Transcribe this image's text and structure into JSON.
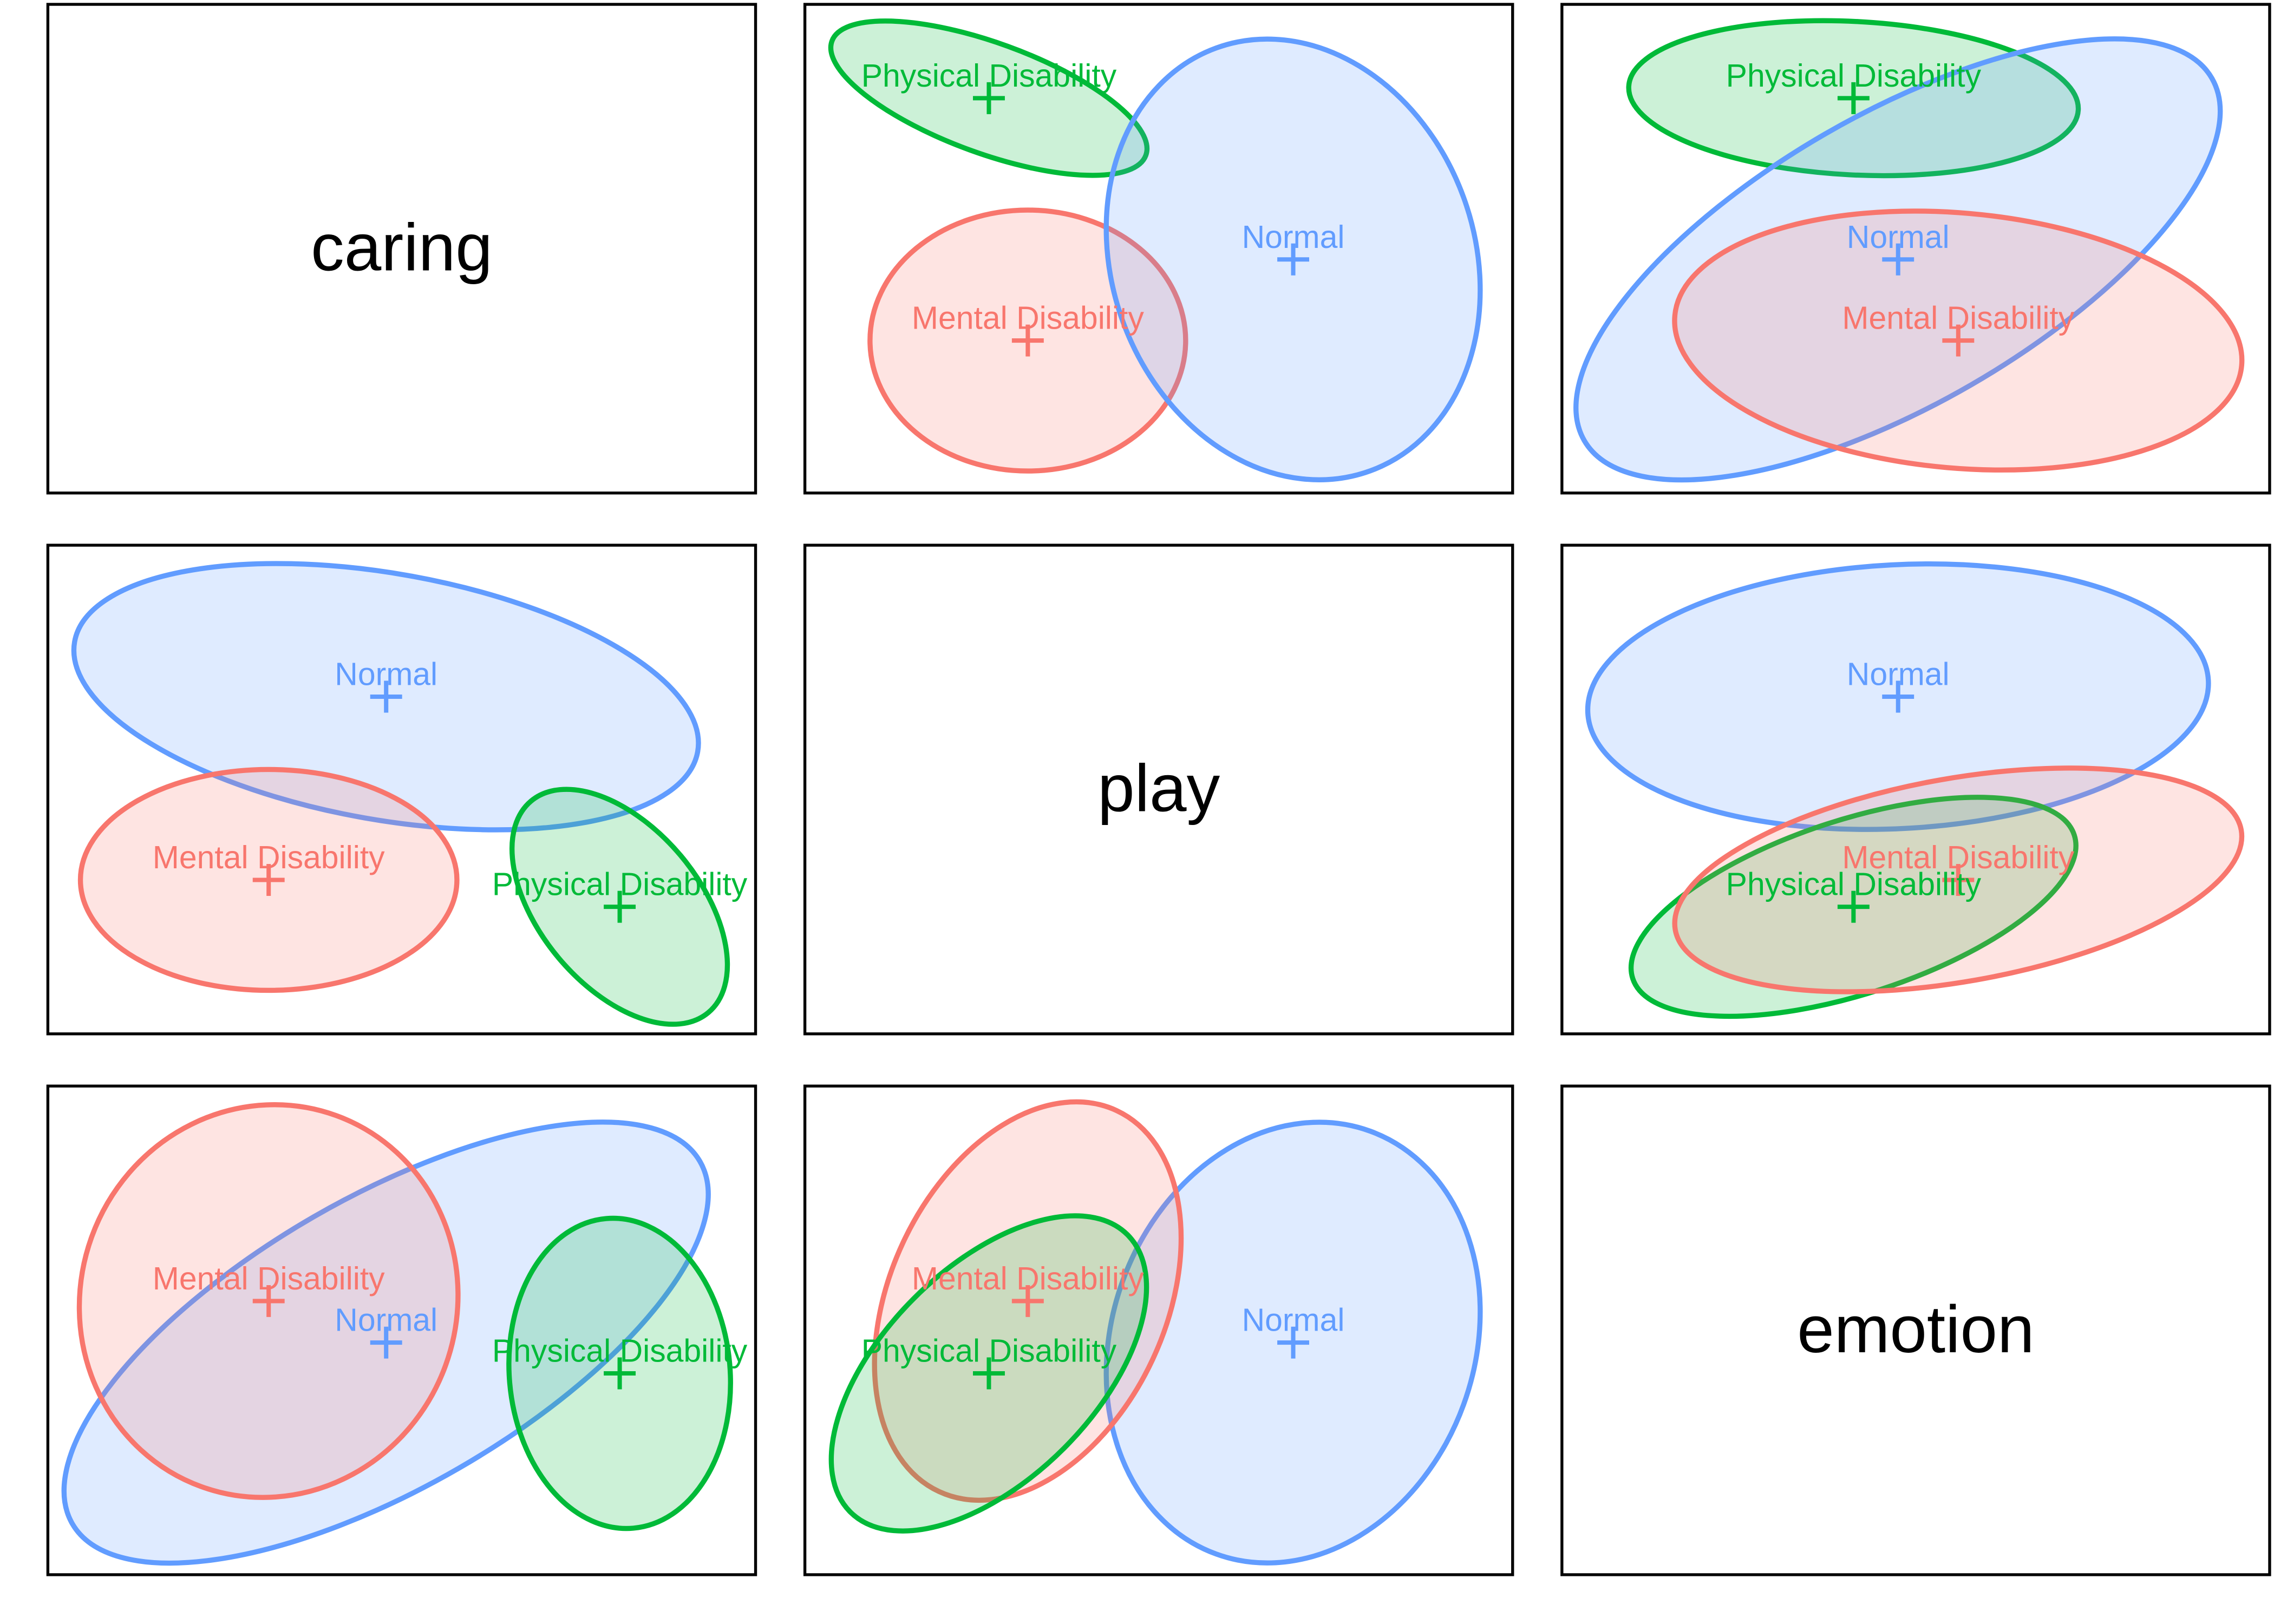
{
  "chart_data": {
    "type": "scatter-matrix-ellipses",
    "variables": [
      "caring",
      "play",
      "emotion"
    ],
    "axis_range": [
      0,
      10
    ],
    "colors": {
      "Normal": "#619CFF",
      "Mental Disability": "#F8766D",
      "Physical Disability": "#00BA38"
    },
    "group_means": {
      "Normal": {
        "caring": 4.78,
        "play": 6.9,
        "emotion": 4.75
      },
      "Mental Disability": {
        "caring": 3.12,
        "play": 3.15,
        "emotion": 5.6
      },
      "Physical Disability": {
        "caring": 8.08,
        "play": 2.6,
        "emotion": 4.12
      }
    },
    "panels": [
      {
        "row": 0,
        "col": 0,
        "diagonal_label": "caring"
      },
      {
        "row": 0,
        "col": 1,
        "x": "play",
        "y": "caring",
        "ellipses": [
          {
            "group": "Physical Disability",
            "label": "Physical Disability",
            "rx": 2.36,
            "ry": 1.13,
            "angle": 20
          },
          {
            "group": "Mental Disability",
            "label": "Mental Disability",
            "rx": 2.23,
            "ry": 2.67,
            "angle": 0
          },
          {
            "group": "Normal",
            "label": "Normal",
            "rx": 3.18,
            "ry": 3.71,
            "angle": 70
          }
        ]
      },
      {
        "row": 0,
        "col": 2,
        "x": "emotion",
        "y": "caring",
        "ellipses": [
          {
            "group": "Physical Disability",
            "label": "Physical Disability",
            "rx": 3.18,
            "ry": 1.57,
            "angle": 3
          },
          {
            "group": "Normal",
            "label": "Normal",
            "rx": 5.12,
            "ry": 2.97,
            "angle": -30
          },
          {
            "group": "Mental Disability",
            "label": "Mental Disability",
            "rx": 4.02,
            "ry": 2.61,
            "angle": 5
          }
        ]
      },
      {
        "row": 1,
        "col": 0,
        "x": "caring",
        "y": "play",
        "ellipses": [
          {
            "group": "Normal",
            "label": "Normal",
            "rx": 4.47,
            "ry": 2.52,
            "angle": 10
          },
          {
            "group": "Mental Disability",
            "label": "Mental Disability",
            "rx": 2.66,
            "ry": 2.26,
            "angle": 0
          },
          {
            "group": "Physical Disability",
            "label": "Physical Disability",
            "rx": 1.95,
            "ry": 1.63,
            "angle": 50
          }
        ]
      },
      {
        "row": 1,
        "col": 1,
        "diagonal_label": "play"
      },
      {
        "row": 1,
        "col": 2,
        "x": "emotion",
        "y": "play",
        "ellipses": [
          {
            "group": "Normal",
            "label": "Normal",
            "rx": 4.39,
            "ry": 2.7,
            "angle": -3
          },
          {
            "group": "Physical Disability",
            "label": "Physical Disability",
            "rx": 3.28,
            "ry": 1.78,
            "angle": -18
          },
          {
            "group": "Mental Disability",
            "label": "Mental Disability",
            "rx": 4.06,
            "ry": 2.08,
            "angle": -10
          }
        ]
      },
      {
        "row": 2,
        "col": 0,
        "x": "caring",
        "y": "emotion",
        "ellipses": [
          {
            "group": "Normal",
            "label": "Normal",
            "rx": 5.12,
            "ry": 2.97,
            "angle": -30
          },
          {
            "group": "Mental Disability",
            "label": "Mental Disability",
            "rx": 2.66,
            "ry": 4.04,
            "angle": 20
          },
          {
            "group": "Physical Disability",
            "label": "Physical Disability",
            "rx": 1.56,
            "ry": 3.18,
            "angle": -5
          }
        ]
      },
      {
        "row": 2,
        "col": 1,
        "x": "play",
        "y": "emotion",
        "ellipses": [
          {
            "group": "Normal",
            "label": "Normal",
            "rx": 3.18,
            "ry": 3.71,
            "angle": -70
          },
          {
            "group": "Mental Disability",
            "label": "Mental Disability",
            "rx": 2.97,
            "ry": 2.82,
            "angle": -65
          },
          {
            "group": "Physical Disability",
            "label": "Physical Disability",
            "rx": 2.77,
            "ry": 2.17,
            "angle": -45
          }
        ]
      },
      {
        "row": 2,
        "col": 2,
        "diagonal_label": "emotion"
      }
    ]
  }
}
